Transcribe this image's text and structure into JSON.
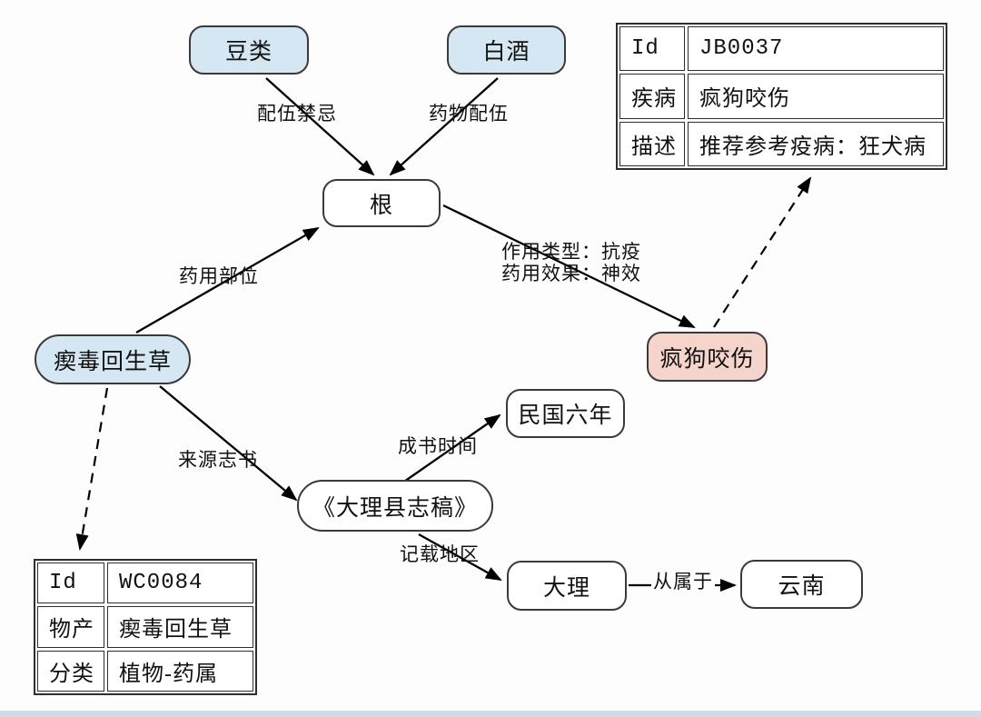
{
  "colors": {
    "node_blue": "#d5e7f2",
    "node_pink": "#f5d4cc",
    "node_white": "#ffffff",
    "node_border": "#3a3a3a",
    "edge_line": "#000000",
    "bottom_strip": "#cddce7"
  },
  "nodes": {
    "beans": {
      "label": "豆类"
    },
    "liquor": {
      "label": "白酒"
    },
    "root": {
      "label": "根"
    },
    "herb": {
      "label": "瘈毒回生草"
    },
    "mad_dog_bite": {
      "label": "疯狗咬伤"
    },
    "gazetteer": {
      "label": "《大理县志稿》"
    },
    "minguo_year6": {
      "label": "民国六年"
    },
    "dali": {
      "label": "大理"
    },
    "yunnan": {
      "label": "云南"
    }
  },
  "edges": {
    "incompatibility": "配伍禁忌",
    "drug_combination": "药物配伍",
    "medicinal_part": "药用部位",
    "action_type": "作用类型：抗疫",
    "medicinal_effect": "药用效果：神效",
    "source_gazetteer": "来源志书",
    "completion_time": "成书时间",
    "recorded_region": "记载地区",
    "subordinate_to": "从属于"
  },
  "tables": {
    "disease": {
      "rows": [
        {
          "key": "Id",
          "value": "JB0037"
        },
        {
          "key": "疾病",
          "value": "疯狗咬伤"
        },
        {
          "key": "描述",
          "value": "推荐参考疫病：狂犬病"
        }
      ]
    },
    "product": {
      "rows": [
        {
          "key": "Id",
          "value": "WC0084"
        },
        {
          "key": "物产",
          "value": "瘈毒回生草"
        },
        {
          "key": "分类",
          "value": "植物-药属"
        }
      ]
    }
  }
}
